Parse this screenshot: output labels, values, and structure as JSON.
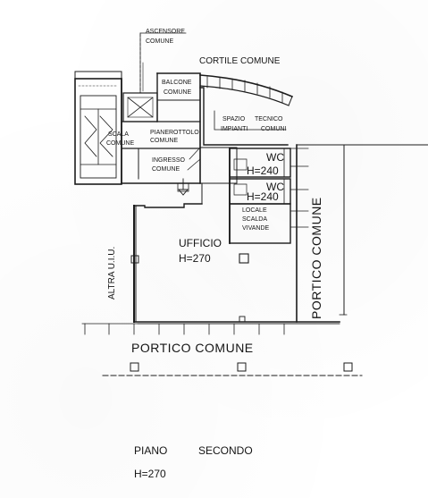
{
  "plan": {
    "labels": {
      "ascensore": [
        "ASCENSORE",
        "COMUNE"
      ],
      "cortile": "CORTILE COMUNE",
      "balcone": [
        "BALCONE",
        "COMUNE"
      ],
      "spazio_tecnico": [
        "SPAZIO",
        "TECNICO",
        "IMPIANTI",
        "COMUNI"
      ],
      "scala": [
        "SCALA",
        "COMUNE"
      ],
      "pianerottolo": [
        "PIANEROTTOLO",
        "COMUNE"
      ],
      "ingresso": [
        "INGRESSO",
        "COMUNE"
      ],
      "wc1": [
        "WC",
        "H=240"
      ],
      "wc2": [
        "WC",
        "H=240"
      ],
      "locale": [
        "LOCALE",
        "SCALDA",
        "VIVANDE"
      ],
      "ufficio": [
        "UFFICIO",
        "H=270"
      ],
      "altra_uiu": "ALTRA U.I.U.",
      "portico_right": "PORTICO COMUNE",
      "portico_bottom": "PORTICO COMUNE"
    },
    "footer": {
      "piano": "PIANO",
      "secondo": "SECONDO",
      "height": "H=270"
    }
  }
}
